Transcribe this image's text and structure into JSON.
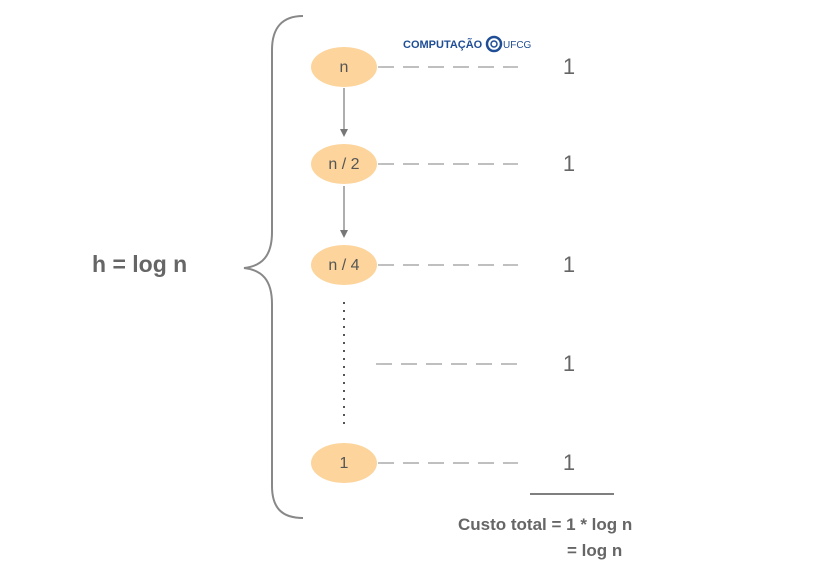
{
  "logo": {
    "left": "COMPUTAÇÃO",
    "right": "UFCG"
  },
  "height_label": "h = log n",
  "nodes": [
    {
      "label": "n",
      "cost": "1"
    },
    {
      "label": "n / 2",
      "cost": "1"
    },
    {
      "label": "n / 4",
      "cost": "1"
    },
    {
      "label": "",
      "cost": "1"
    },
    {
      "label": "1",
      "cost": "1"
    }
  ],
  "total": {
    "line1": "Custo total = 1 * log n",
    "line2": "= log n"
  },
  "colors": {
    "node_fill": "#fcd49c",
    "line": "#777777",
    "logo": "#1f4e96"
  }
}
